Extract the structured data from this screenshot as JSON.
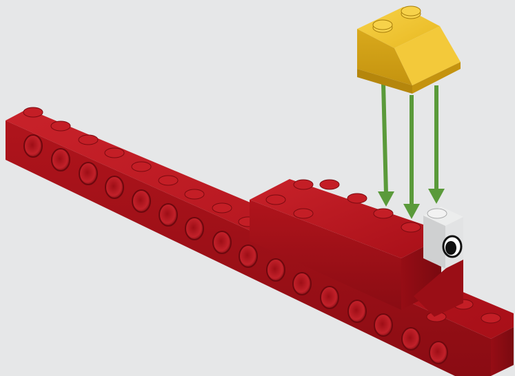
{
  "scene": {
    "description_colors": {
      "background": "#e6e7e8",
      "red_brick": "#b5121b",
      "yellow_slope": "#f2c230",
      "light_gray_brick": "#d9dadb",
      "arrow_green": "#5a9a3a"
    },
    "elements": {
      "red_technic_beam": "red-technic-beam",
      "red_upper_bricks": "red-brick-stack",
      "gray_technic_brick": "gray-technic-brick",
      "yellow_slope_brick": "yellow-slope-brick",
      "arrows": "placement-arrows"
    }
  }
}
